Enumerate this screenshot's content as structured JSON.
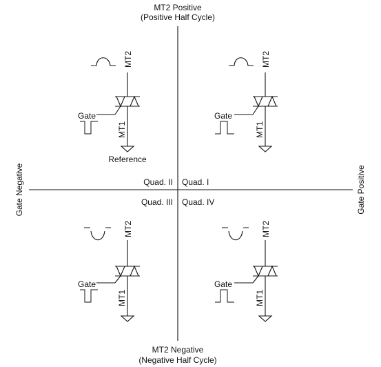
{
  "axes": {
    "top_line1": "MT2 Positive",
    "top_line2": "(Positive Half Cycle)",
    "bottom_line1": "MT2 Negative",
    "bottom_line2": "(Negative Half Cycle)",
    "left_label": "Gate Negative",
    "right_label": "Gate Positive"
  },
  "quadrants": {
    "q1": "Quad. I",
    "q2": "Quad. II",
    "q3": "Quad. III",
    "q4": "Quad. IV"
  },
  "terminals": {
    "mt2": "MT2",
    "mt1": "MT1",
    "gate": "Gate",
    "reference": "Reference"
  },
  "waveforms": {
    "q2": {
      "mt2": "positive-half-cycle",
      "gate": "negative-pulse"
    },
    "q1": {
      "mt2": "positive-half-cycle",
      "gate": "positive-pulse"
    },
    "q3": {
      "mt2": "negative-half-cycle",
      "gate": "negative-pulse"
    },
    "q4": {
      "mt2": "negative-half-cycle",
      "gate": "positive-pulse"
    }
  },
  "colors": {
    "ink": "#111111",
    "background": "#ffffff"
  }
}
